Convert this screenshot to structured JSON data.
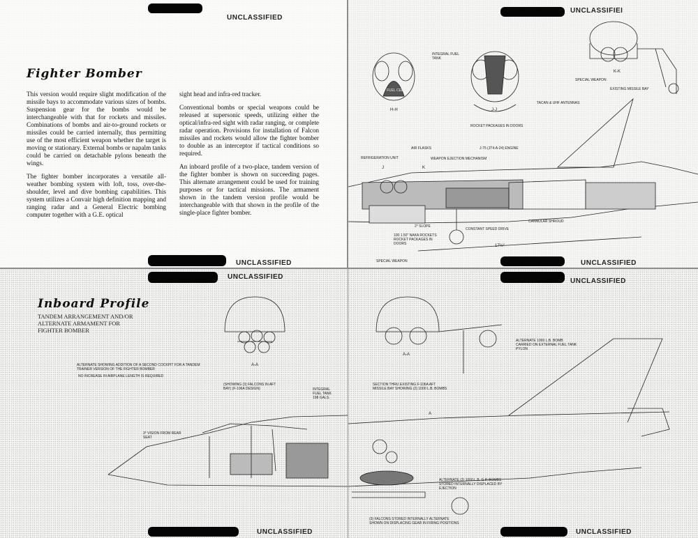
{
  "classification": "UNCLASSIFIED",
  "page1": {
    "top_classification": "UNCLASSIFIED",
    "title": "Fighter Bomber",
    "bottom_classification": "UNCLASSIFIED",
    "col1": [
      "This version would require slight modification of the missile bays to accommodate various sizes of bombs. Suspension gear for the bombs would be interchangeable with that for rockets and missiles. Combinations of bombs and air-to-ground rockets or missiles could be carried internally, thus permitting use of the most efficient weapon whether the target is moving or stationary. External bombs or napalm tanks could be carried on detachable pylons beneath the wings.",
      "The fighter bomber incorporates a versatile all-weather bombing system with loft, toss, over-the-shoulder, level and dive bombing capabilities. This system utilizes a Convair high definition mapping and ranging radar and a General Electric bombing computer together with a G.E. optical"
    ],
    "col2": [
      "sight head and infra-red tracker.",
      "Conventional bombs or special weapons could be released at supersonic speeds, utilizing either the optical/infra-red sight with radar ranging, or complete radar operation. Provisions for installation of Falcon missiles and rockets would allow the fighter bomber to double as an interceptor if tactical conditions so required.",
      "An inboard profile of a two-place, tandem version of the fighter bomber is shown on succeeding pages. This alternate arrangement could be used for training purposes or for tactical missions. The armament shown in the tandem version profile would be interchangeable with that shown in the profile of the single-place fighter bomber."
    ]
  },
  "page2": {
    "top_classification": "UNCLASSIFIEI",
    "labels": {
      "integral_fuel_tank": "INTEGRAL FUEL TANK",
      "fuel_cell": "FUEL CELL",
      "hh": "H-H",
      "jj": "J-J",
      "kk": "K-K",
      "special_weapon_top": "SPECIAL WEAPON",
      "existing_missile_bay": "EXISTING MISSILE BAY",
      "rocket_packages": "ROCKET PACKAGES IN DOORS",
      "tacan": "TACAN & UHF ANTENNAS",
      "refrigeration": "REFRIGERATION UNIT",
      "air_flasks": "AIR FLASKS",
      "ejection": "WEAPON EJECTION MECHANISM",
      "engine": "J-75 (JT4-A-24) ENGINE",
      "j": "J",
      "k": "K",
      "slope": "2° SLOPE",
      "canular": "CANNULAR SHROUD",
      "constant_speed": "CONSTANT SPEED DRIVE",
      "naka": "100 1.50\" NAKA ROCKETS ROCKET PACKAGES IN DOORS",
      "special_weapon_bottom": "SPECIAL WEAPON",
      "angle": "17½°"
    },
    "bottom_classification": "UNCLASSIFIED"
  },
  "page3": {
    "top_classification": "UNCLASSIFIED",
    "title": "Inboard Profile",
    "subtitle": "TANDEM ARRANGEMENT AND/OR ALTERNATE ARMAMENT FOR FIGHTER BOMBER",
    "section": "A-A",
    "labels": {
      "alternate_cockpit": "ALTERNATE SHOWING ADDITION OF A SECOND COCKPIT FOR A TANDEM TRAINER VERSION OF THE FIGHTER BOMBER",
      "no_increase": "NO INCREASE IN AIRPLANE LENGTH IS REQUIRED",
      "falcons_aft": "(SHOWING (3) FALCONS IN AFT BAY) (F-106A DESIGN)",
      "integral_tank": "INTEGRAL FUEL TANK 198 GALS.",
      "vision": "3° VISION FROM REAR SEAT"
    },
    "bottom_classification": "UNCLASSIFIED"
  },
  "page4": {
    "top_classification": "UNCLASSIFIED",
    "section": "A-A",
    "labels": {
      "alt_pylon": "ALTERNATE 1000 L.B. BOMB CARRIED ON EXTERNAL FUEL TANK PYLON",
      "section_thru": "SECTION THRU EXISTING F-106A AFT MISSILE BAY SHOWING (2) 1000 L.B. BOMBS",
      "a": "A",
      "alt_internal": "ALTERNATE (2) 1000 L.B. G.P. BOMBS STORED INTERNALLY DISPLACED BY EJECTION",
      "falcons_internal": "(3) FALCONS STORED INTERNALLY ALTERNATE SHOWN ON DISPLACING GEAR IN FIRING POSITIONS"
    },
    "bottom_classification": "UNCLASSIFIED"
  }
}
